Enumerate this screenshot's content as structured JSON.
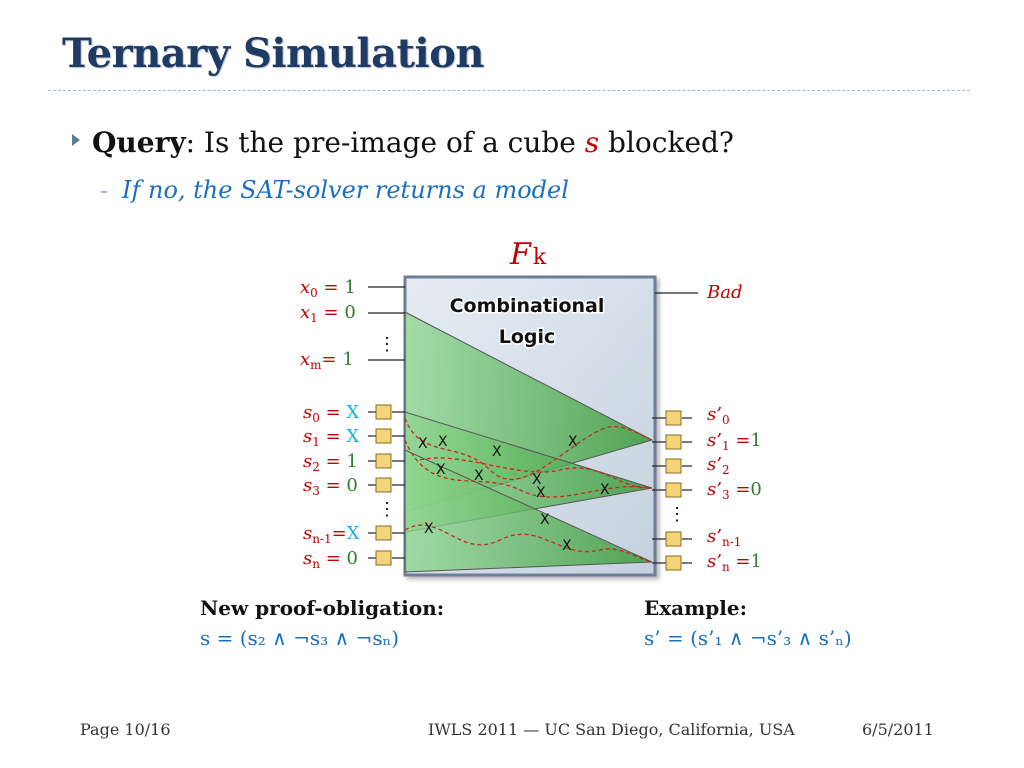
{
  "slide": {
    "title": "Ternary Simulation",
    "bullet": {
      "bold": "Query",
      "text_before": ": Is the pre-image of a cube ",
      "var": "s",
      "text_after": " blocked?"
    },
    "subbullet": "If no, the SAT-solver returns a model"
  },
  "diagram": {
    "frame_label_main": "F",
    "frame_label_sub": "k",
    "box_label_line1": "Combinational",
    "box_label_line2": "Logic",
    "bad_label": "Bad",
    "vdots": "⋮",
    "inputs": [
      {
        "var": "x",
        "sub": "0",
        "eq": " = ",
        "val": "1"
      },
      {
        "var": "x",
        "sub": "1",
        "eq": " = ",
        "val": "0"
      },
      {
        "var": "x",
        "sub": "m",
        "eq": "= ",
        "val": "1"
      }
    ],
    "state_in": [
      {
        "var": "s",
        "sub": "0",
        "eq": " = ",
        "val": "X"
      },
      {
        "var": "s",
        "sub": "1",
        "eq": " = ",
        "val": "X"
      },
      {
        "var": "s",
        "sub": "2",
        "eq": " = ",
        "val": "1"
      },
      {
        "var": "s",
        "sub": "3",
        "eq": " = ",
        "val": "0"
      },
      {
        "var": "s",
        "sub": "n-1",
        "eq": "=",
        "val": "X"
      },
      {
        "var": "s",
        "sub": "n",
        "eq": " = ",
        "val": "0"
      }
    ],
    "state_out": [
      {
        "var": "s’",
        "sub": "0",
        "eq": "",
        "val": ""
      },
      {
        "var": "s’",
        "sub": "1",
        "eq": " =",
        "val": "1"
      },
      {
        "var": "s’",
        "sub": "2",
        "eq": "",
        "val": ""
      },
      {
        "var": "s’",
        "sub": "3",
        "eq": " =",
        "val": "0"
      },
      {
        "var": "s’",
        "sub": "n-1",
        "eq": "",
        "val": ""
      },
      {
        "var": "s’",
        "sub": "n",
        "eq": " =",
        "val": "1"
      }
    ],
    "x_mark": "X",
    "colors": {
      "var": "#c00000",
      "value_green": "#2e7d32",
      "value_x": "#1ab0e0",
      "box_fill": "#d3dde9",
      "cone": "#4caf50"
    }
  },
  "bottom": {
    "obligation_title": "New proof-obligation:",
    "obligation_formula": "s = (s₂ ∧ ¬s₃ ∧ ¬sₙ)",
    "example_title": "Example:",
    "example_formula": "s’ = (s’₁ ∧ ¬s’₃ ∧ s’ₙ)"
  },
  "footer": {
    "page": "Page 10/16",
    "venue": "IWLS 2011 — UC San Diego, California, USA",
    "date": "6/5/2011"
  }
}
